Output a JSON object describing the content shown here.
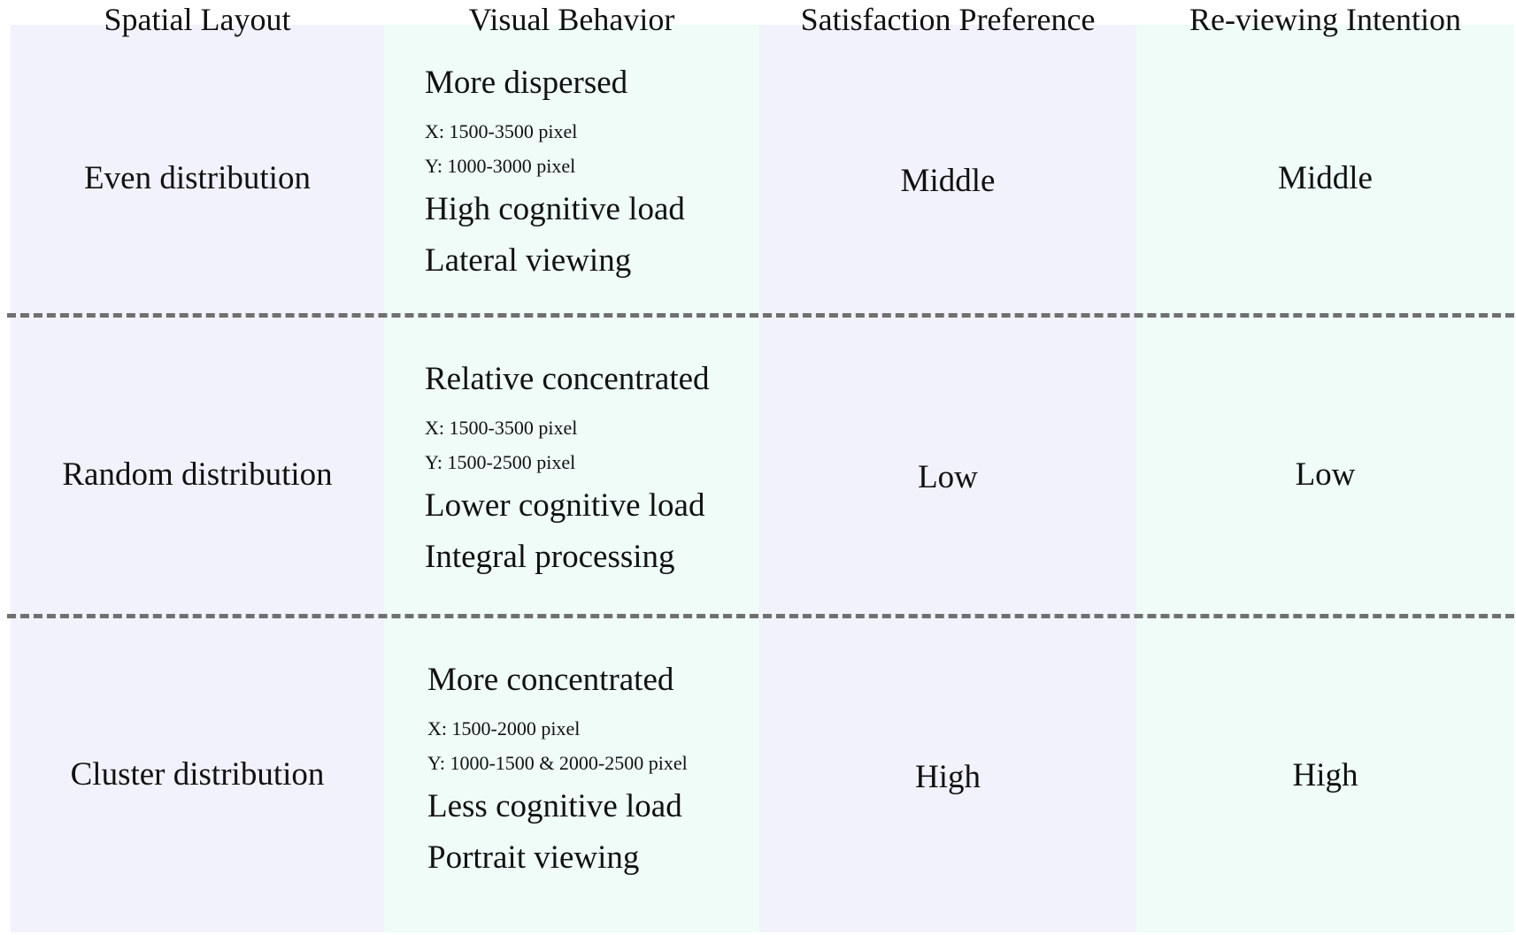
{
  "headers": {
    "spatial_layout": "Spatial Layout",
    "visual_behavior": "Visual Behavior",
    "satisfaction_preference": "Satisfaction Preference",
    "reviewing_intention": "Re-viewing Intention"
  },
  "colors": {
    "column_lavender": "#f1f2fc",
    "column_mint": "#effcf8",
    "divider": "#707070"
  },
  "rows": [
    {
      "layout": "Even distribution",
      "behavior": {
        "line1": "More dispersed",
        "x_range": "X: 1500-3500  pixel",
        "y_range": "Y: 1000-3000  pixel",
        "load": "High cognitive load",
        "viewing": "Lateral viewing"
      },
      "satisfaction": "Middle",
      "reviewing": "Middle"
    },
    {
      "layout": "Random distribution",
      "behavior": {
        "line1": "Relative concentrated",
        "x_range": "X: 1500-3500  pixel",
        "y_range": "Y: 1500-2500  pixel",
        "load": "Lower cognitive load",
        "viewing": "Integral processing"
      },
      "satisfaction": "Low",
      "reviewing": "Low"
    },
    {
      "layout": "Cluster distribution",
      "behavior": {
        "line1": "More concentrated",
        "x_range": "X: 1500-2000  pixel",
        "y_range": "Y: 1000-1500  & 2000-2500  pixel",
        "load": "Less cognitive load",
        "viewing": "Portrait viewing"
      },
      "satisfaction": "High",
      "reviewing": "High"
    }
  ]
}
